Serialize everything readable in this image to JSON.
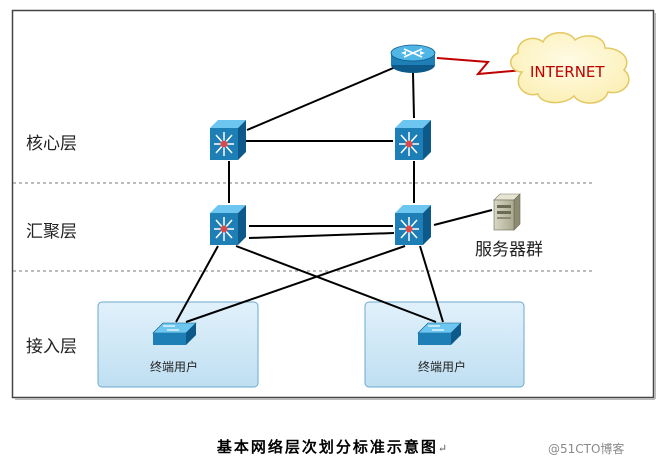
{
  "layers": {
    "core": "核心层",
    "aggregation": "汇聚层",
    "access": "接入层"
  },
  "internet_label": "INTERNET",
  "server_group_label": "服务器群",
  "access_groups": [
    {
      "label": "终端用户"
    },
    {
      "label": "终端用户"
    }
  ],
  "caption": "基本网络层次划分标准示意图",
  "caption_mark": "↵",
  "watermark": "@51CTO博客",
  "colors": {
    "device_blue": "#1e7fb6",
    "device_dark": "#0d5a8a",
    "link": "#000000",
    "wan_link": "#c00000",
    "internet_text": "#c00000",
    "access_box_fill": "#cce6f5",
    "access_box_stroke": "#6aa9cf",
    "cloud_fill": "#fff7cc",
    "frame": "#555555"
  },
  "icons": {
    "router": "router-icon",
    "core_switch": "layer3-switch-icon",
    "access_switch": "workgroup-switch-icon",
    "server": "server-icon",
    "cloud": "cloud-icon"
  }
}
